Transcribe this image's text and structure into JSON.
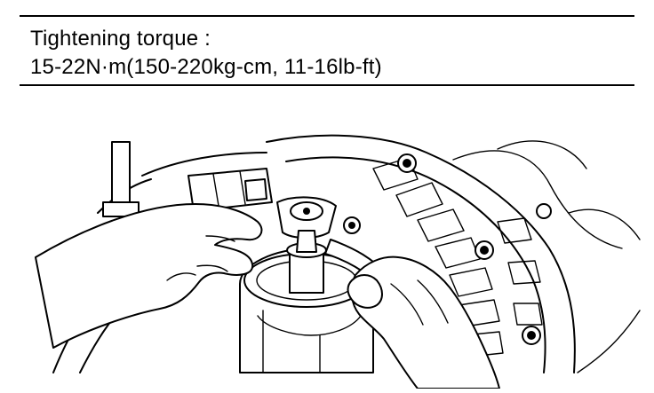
{
  "spec": {
    "label": "Tightening torque :",
    "value": "15-22N·m(150-220kg-cm, 11-16lb-ft)"
  },
  "illustration": {
    "subject": "torque-wrench-tightening-transaxle-bolt",
    "colors": {
      "ink": "#000000",
      "paper": "#ffffff"
    }
  }
}
